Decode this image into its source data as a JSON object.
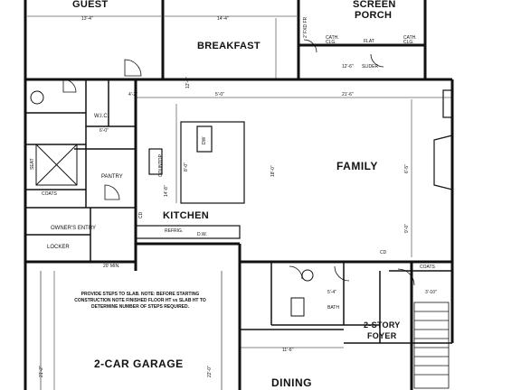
{
  "rooms": {
    "guest": "GUEST",
    "screen_porch_1": "SCREEN",
    "screen_porch_2": "PORCH",
    "breakfast": "BREAKFAST",
    "family": "FAMILY",
    "kitchen": "KITCHEN",
    "garage": "2-CAR GARAGE",
    "dining": "DINING",
    "foyer_1": "2-STORY",
    "foyer_2": "FOYER",
    "wic": "W.I.C.",
    "pantry": "PANTRY",
    "owners_entry": "OWNER'S ENTRY",
    "locker": "LOCKER",
    "coats_left": "COATS",
    "coats_right": "COATS",
    "bath": "BATH",
    "seat": "SEAT"
  },
  "fixtures": {
    "fridge": "REFRIG.",
    "dw": "D.W.",
    "cath_clg_1": "CATH. CLG.",
    "cath_clg_2": "CATH. CLG.",
    "flat": "FLAT",
    "slider": "SLIDER",
    "fixed_fr": "2' FXD FR",
    "countertop": "COUNTOP",
    "dw_island": "DW",
    "cd_1": "CD",
    "cd_2": "CD"
  },
  "dimensions": {
    "d1": "13'-4\"",
    "d2": "14'-4\"",
    "d3": "12'-0\"",
    "d4": "21'-6\"",
    "d5": "5'-0\"",
    "d6": "18'-0\"",
    "d7": "14'-8\"",
    "d8": "8'-0\"",
    "d9": "4'-2\"",
    "d10": "6'-0\"",
    "d11": "3'-10\"",
    "d12": "12'-6\"",
    "d13": "20' MIN.",
    "d14": "11'-6\"",
    "d15": "5'-4\"",
    "d16": "21'-2\"",
    "d17": "22'-0\"",
    "d18": "9'-0\"",
    "d19": "6'-5\""
  },
  "note": "PROVIDE STEPS TO SLAB. NOTE: BEFORE STARTING CONSTRUCTION NOTE FINISHED FLOOR HT vs SLAB HT TO DETERMINE NUMBER OF STEPS REQUIRED."
}
